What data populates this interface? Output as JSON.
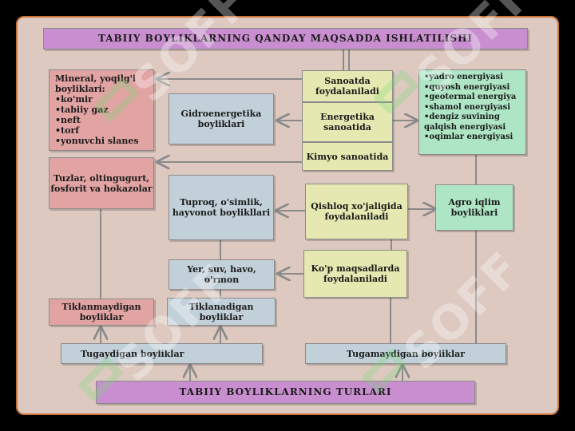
{
  "title_top": "TABIIY BOYLIKLARNING QANDAY MAQSADDA ISHLATILISHI",
  "title_bottom": "TABIIY BOYLIKLARNING TURLARI",
  "watermark": "SOFF",
  "mineral": {
    "heading": "Mineral, yoqilg'i boyliklari:",
    "items": [
      "ko'mir",
      "tabiiy gaz",
      "neft",
      "torf",
      "yonuvchi slanes"
    ]
  },
  "tuzlar": "Tuzlar, oltingugurt, fosforit va hokazolar",
  "gidro": "Gidroenergetika boyliklari",
  "tuproq": "Tuproq, o'simlik, hayvonot boylikllari",
  "yer": "Yer, suv, havo, o'rmon",
  "tiklanmaydigan": "Tiklanmaydigan boyliklar",
  "tiklanadigan": "Tiklanadigan boyliklar",
  "tugaydigan": "Tugaydigan boyliklar",
  "tugamaydigan": "Tugamaydigan boyliklar",
  "sanoatda": "Sanoatda foydalaniladi",
  "energetika": "Energetika sanoatida",
  "kimyo": "Kimyo sanoatida",
  "qishloq": "Qishloq xo'jaligida foydalaniladi",
  "kop": "Ko'p maqsadlarda foydalaniladi",
  "energy_list": [
    "yadro energiyasi",
    "quyosh energiyasi",
    "geotermal energiya",
    "shamol energiyasi",
    "dengiz suvining qalqish energiyasi",
    "oqimlar energiyasi"
  ],
  "agro": "Agro iqlim boyliklari",
  "colors": {
    "purple": "#c98ecf",
    "pink": "#e2a3a3",
    "blue": "#c2d0da",
    "yellow": "#e5e8b0",
    "green": "#aee5c5",
    "board": "#ddc9c0",
    "border": "#c9733a"
  }
}
